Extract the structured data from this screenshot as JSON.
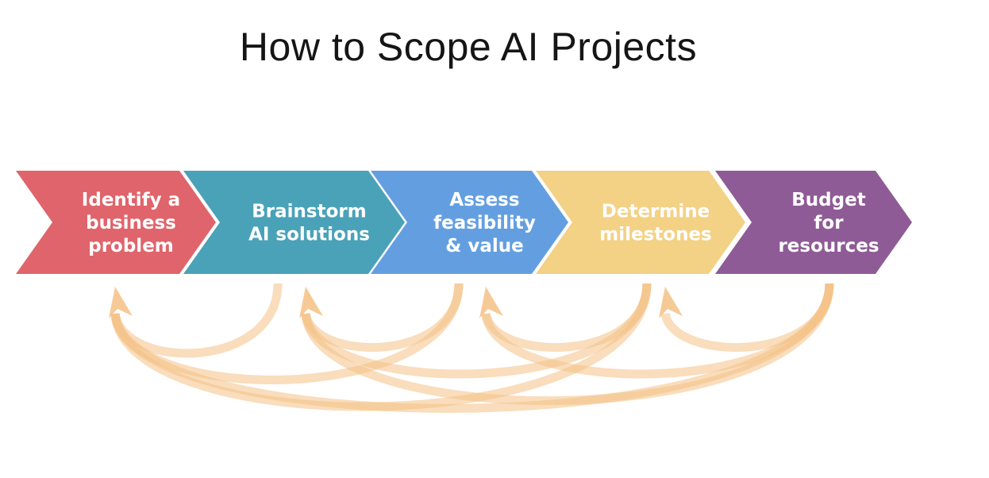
{
  "title": "How to Scope AI Projects",
  "steps": [
    {
      "lines": [
        "Identify a",
        "business",
        "problem"
      ],
      "color": "#e0646b"
    },
    {
      "lines": [
        "Brainstorm",
        "AI solutions"
      ],
      "color": "#4aa2b8"
    },
    {
      "lines": [
        "Assess",
        "feasibility",
        "& value"
      ],
      "color": "#639fe0"
    },
    {
      "lines": [
        "Determine",
        "milestones"
      ],
      "color": "#f3d185"
    },
    {
      "lines": [
        "Budget",
        "for",
        "resources"
      ],
      "color": "#8f5b96"
    }
  ],
  "feedback_arrows": [
    {
      "from": 1,
      "to": 0
    },
    {
      "from": 2,
      "to": 1
    },
    {
      "from": 2,
      "to": 0
    },
    {
      "from": 3,
      "to": 2
    },
    {
      "from": 3,
      "to": 1
    },
    {
      "from": 3,
      "to": 0
    },
    {
      "from": 4,
      "to": 3
    },
    {
      "from": 4,
      "to": 2
    },
    {
      "from": 4,
      "to": 1
    },
    {
      "from": 4,
      "to": 0
    }
  ],
  "arrow_color": "#f4c185"
}
